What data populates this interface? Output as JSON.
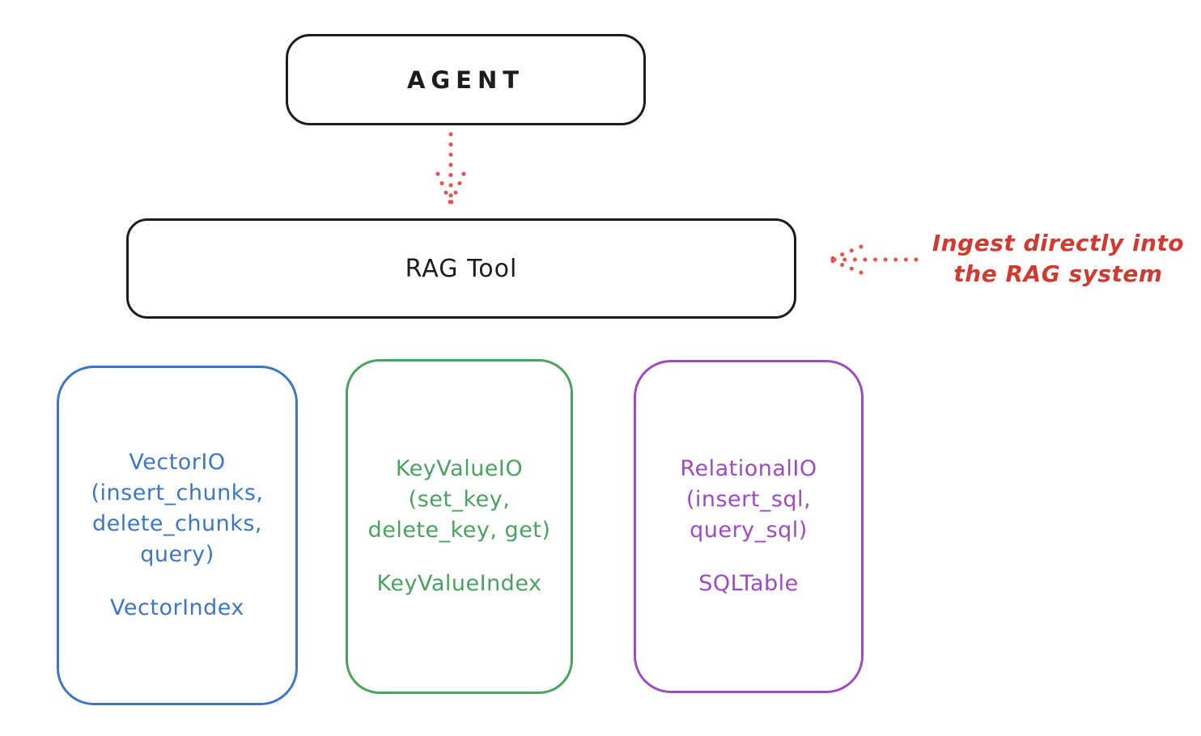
{
  "diagram": {
    "background_color": "#ffffff",
    "ink_color": "#1c1c1c",
    "agent_box": {
      "label": "AGENT"
    },
    "rag_tool_box": {
      "label": "RAG Tool"
    },
    "agent_to_rag_arrow": {
      "style": "dotted",
      "direction": "down",
      "color": "#e0554c"
    },
    "ingest_arrow": {
      "style": "dotted",
      "direction": "left",
      "color": "#e0554c"
    },
    "annotation": {
      "line1": "Ingest directly into",
      "line2": "the RAG system",
      "color": "#cf3a31"
    },
    "io_boxes": [
      {
        "name": "vector-io",
        "color": "#3d77c2",
        "lines": [
          "VectorIO",
          "(insert_chunks,",
          "delete_chunks,",
          "query)"
        ],
        "index_label": "VectorIndex"
      },
      {
        "name": "keyvalue-io",
        "color": "#4aa25e",
        "lines": [
          "KeyValueIO",
          "(set_key,",
          "delete_key, get)"
        ],
        "index_label": "KeyValueIndex"
      },
      {
        "name": "relational-io",
        "color": "#9c4bc2",
        "lines": [
          "RelationalIO",
          "(insert_sql,",
          "query_sql)"
        ],
        "index_label": "SQLTable"
      }
    ]
  }
}
